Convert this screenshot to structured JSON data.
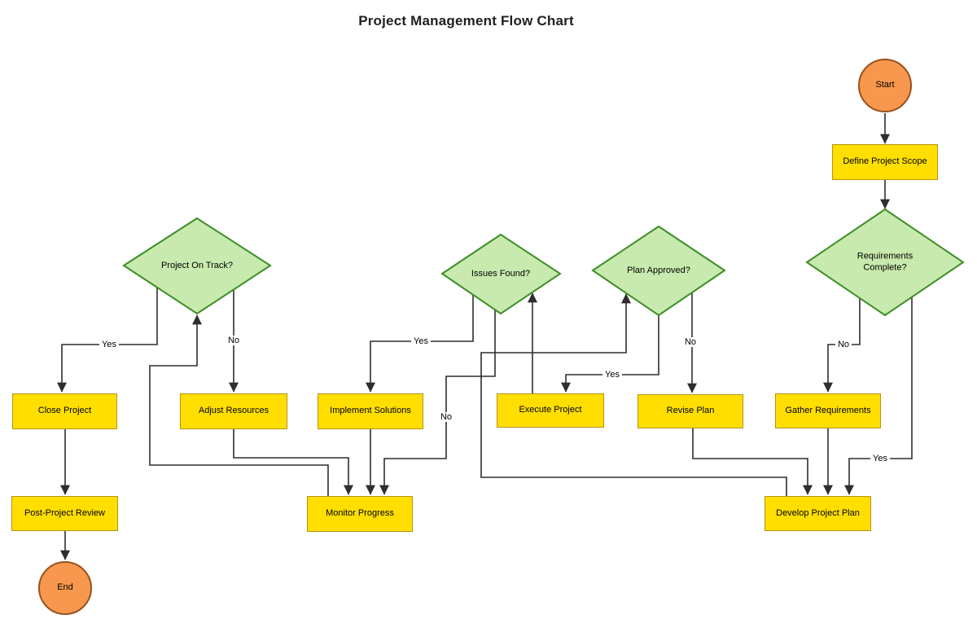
{
  "title": "Project Management Flow Chart",
  "colors": {
    "process_fill": "#FFDE00",
    "process_stroke": "#B59410",
    "decision_fill": "#C8EAAE",
    "decision_stroke": "#3E8E27",
    "terminal_fill": "#F7984E",
    "terminal_stroke": "#99511D",
    "line_color": "#2e2e2e",
    "background": "#ffffff"
  },
  "nodes": {
    "start": {
      "label": "Start",
      "type": "terminal"
    },
    "define_scope": {
      "label": "Define Project Scope",
      "type": "process"
    },
    "requirements_complete": {
      "label": "Requirements Complete?",
      "type": "decision"
    },
    "gather_requirements": {
      "label": "Gather Requirements",
      "type": "process"
    },
    "develop_plan": {
      "label": "Develop Project Plan",
      "type": "process"
    },
    "plan_approved": {
      "label": "Plan Approved?",
      "type": "decision"
    },
    "revise_plan": {
      "label": "Revise Plan",
      "type": "process"
    },
    "execute_project": {
      "label": "Execute Project",
      "type": "process"
    },
    "issues_found": {
      "label": "Issues Found?",
      "type": "decision"
    },
    "implement_solutions": {
      "label": "Implement Solutions",
      "type": "process"
    },
    "monitor_progress": {
      "label": "Monitor Progress",
      "type": "process"
    },
    "project_on_track": {
      "label": "Project On Track?",
      "type": "decision"
    },
    "adjust_resources": {
      "label": "Adjust Resources",
      "type": "process"
    },
    "close_project": {
      "label": "Close Project",
      "type": "process"
    },
    "post_project_review": {
      "label": "Post-Project Review",
      "type": "process"
    },
    "end": {
      "label": "End",
      "type": "terminal"
    }
  },
  "edges": {
    "requirements_no": "No",
    "requirements_yes": "Yes",
    "plan_yes": "Yes",
    "plan_no": "No",
    "issues_yes": "Yes",
    "issues_no": "No",
    "track_yes": "Yes",
    "track_no": "No"
  }
}
